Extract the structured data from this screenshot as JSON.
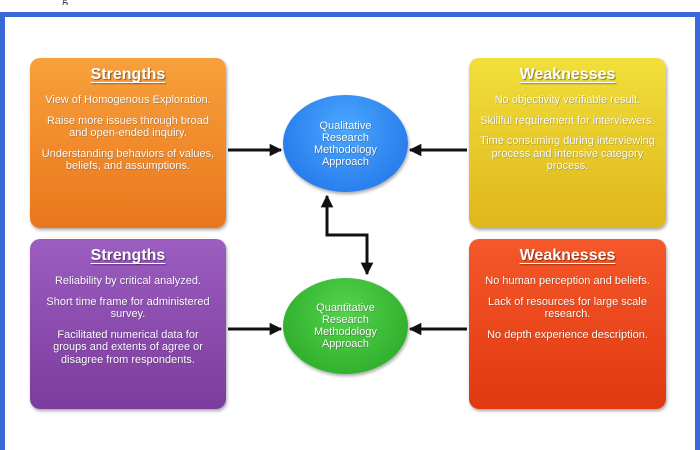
{
  "page_top_fragment": "g",
  "colors": {
    "frame": "#3a68d8",
    "top_left_box": "#ef8c2c",
    "top_right_box": "#e9c92a",
    "bottom_left_box": "#8c4db0",
    "bottom_right_box": "#eb4a1c",
    "qualitative_circle": "#2f86f4",
    "quantitative_circle": "#38bb34",
    "arrows": "#111111"
  },
  "qualitative_strengths": {
    "heading": "Strengths",
    "points": [
      "View of Homogenous Exploration.",
      "Raise more issues through broad and open-ended inquiry.",
      "Understanding behaviors of values, beliefs, and assumptions."
    ]
  },
  "qualitative_weaknesses": {
    "heading": "Weaknesses",
    "points": [
      "No objectivity verifiable result.",
      "Skillful requirement for interviewers.",
      "Time consuming during interviewing process and intensive category process."
    ]
  },
  "quantitative_strengths": {
    "heading": "Strengths",
    "points": [
      "Reliability by critical analyzed.",
      "Short time frame for administered survey.",
      "Facilitated numerical data for groups and extents of agree or disagree from respondents."
    ]
  },
  "quantitative_weaknesses": {
    "heading": "Weaknesses",
    "points": [
      "No human perception and beliefs.",
      "Lack of resources for large scale research.",
      "No depth experience description."
    ]
  },
  "qualitative_approach": "Qualitative Research Methodology Approach",
  "quantitative_approach": "Quantitative Research Methodology Approach"
}
